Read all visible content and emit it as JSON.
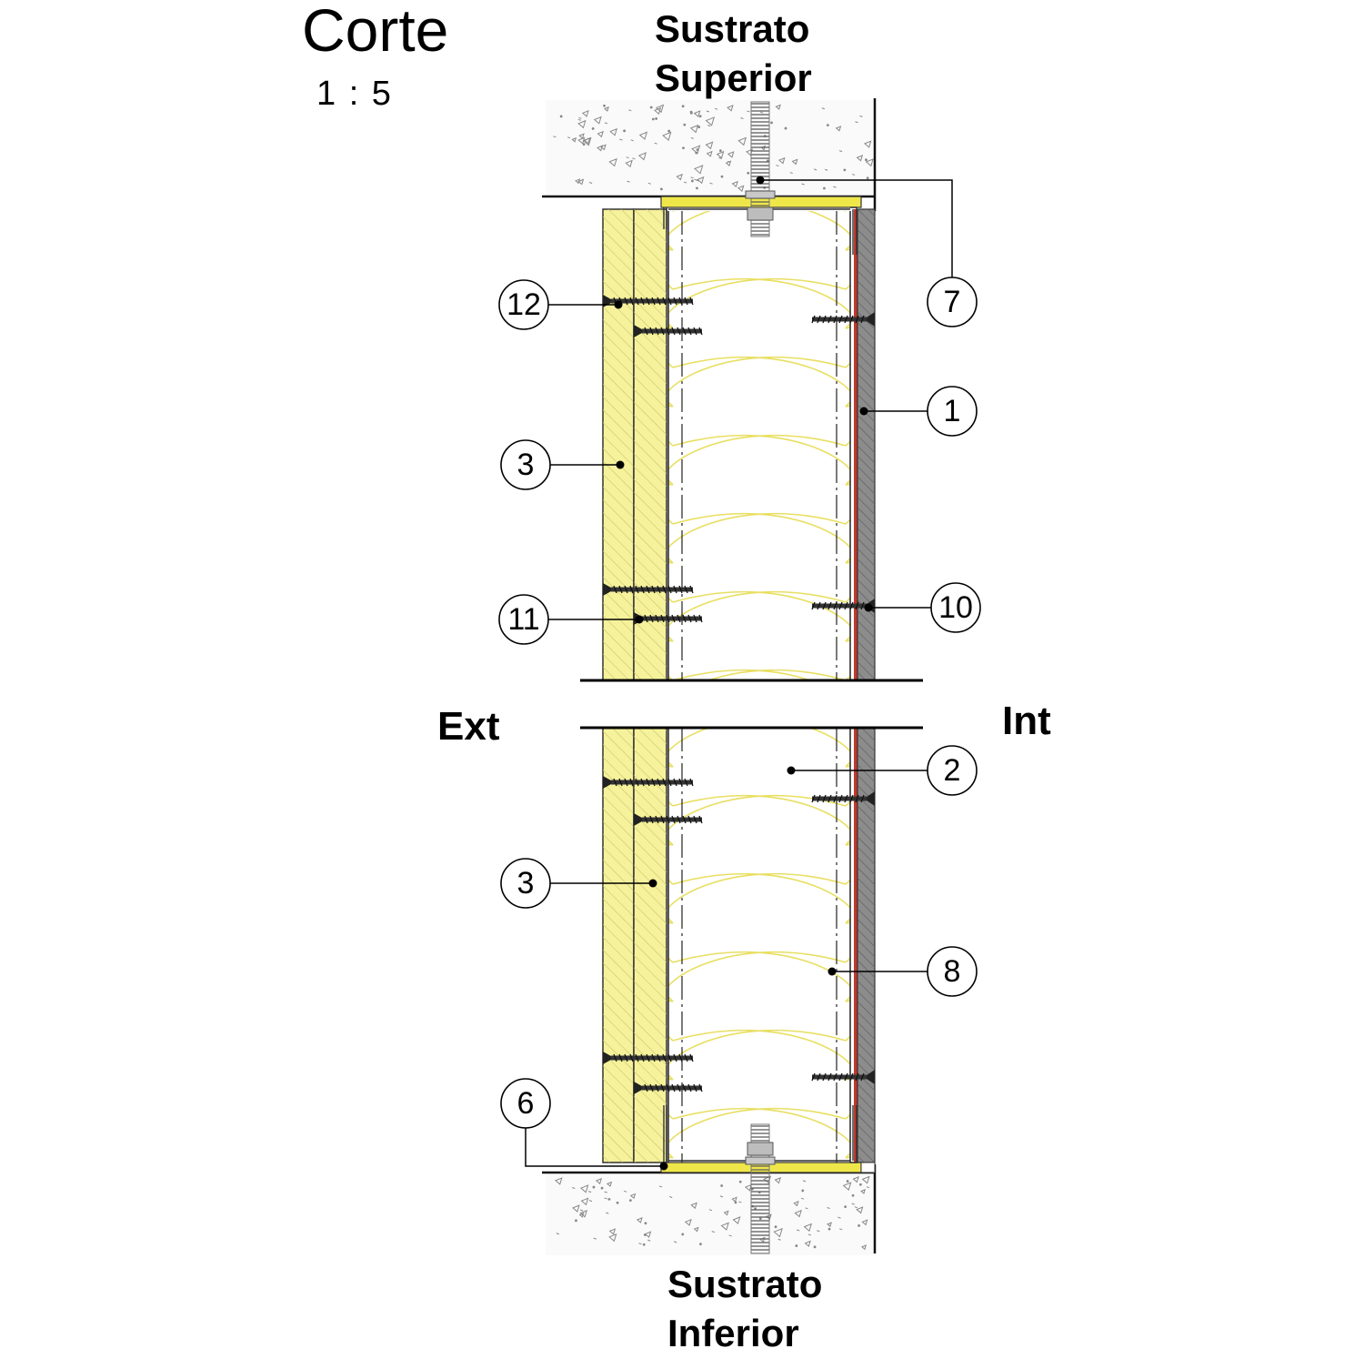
{
  "title": "Corte",
  "scale": "1 : 5",
  "labels": {
    "top_substrate_line1": "Sustrato",
    "top_substrate_line2": "Superior",
    "bottom_substrate_line1": "Sustrato",
    "bottom_substrate_line2": "Inferior",
    "exterior": "Ext",
    "interior": "Int"
  },
  "callouts": [
    "12",
    "7",
    "1",
    "3",
    "11",
    "10",
    "2",
    "3",
    "8",
    "6"
  ],
  "colors": {
    "board_yellow": "#f6f29c",
    "insulation_fill": "#ffffff",
    "insulation_curve": "#e8df62",
    "interior_board": "#8c8c8c",
    "vapor_barrier": "#c0392b",
    "track_yellow": "#efe74a",
    "bolt_gray": "#a9a9a9"
  }
}
